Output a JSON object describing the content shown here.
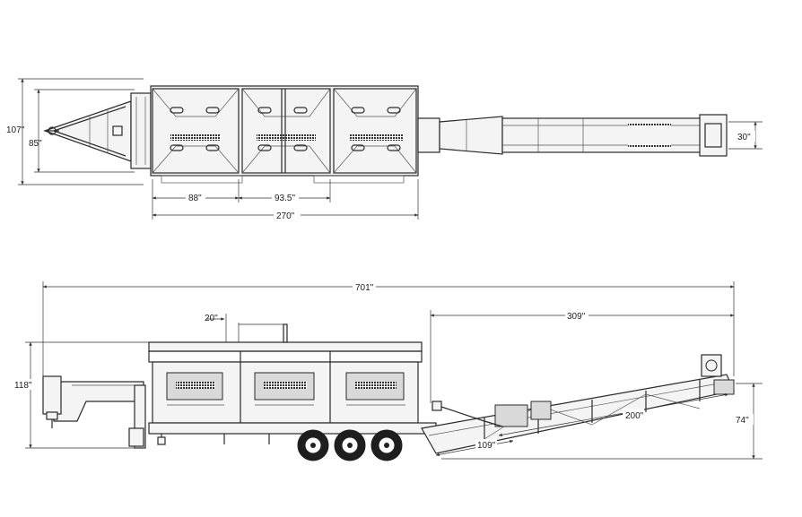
{
  "dimensions": {
    "top_total_height": "107\"",
    "top_frame_height": "85\"",
    "top_bay_width": "88\"",
    "top_bay_width_2": "93.5\"",
    "top_body_length": "270\"",
    "top_conveyor_width": "30\"",
    "side_overall_length": "701\"",
    "side_top_offset": "20\"",
    "side_conveyor_reach": "309\"",
    "side_total_height": "118\"",
    "side_conveyor_length": "200\"",
    "side_conveyor_base": "109\"",
    "side_discharge_height": "74\""
  }
}
